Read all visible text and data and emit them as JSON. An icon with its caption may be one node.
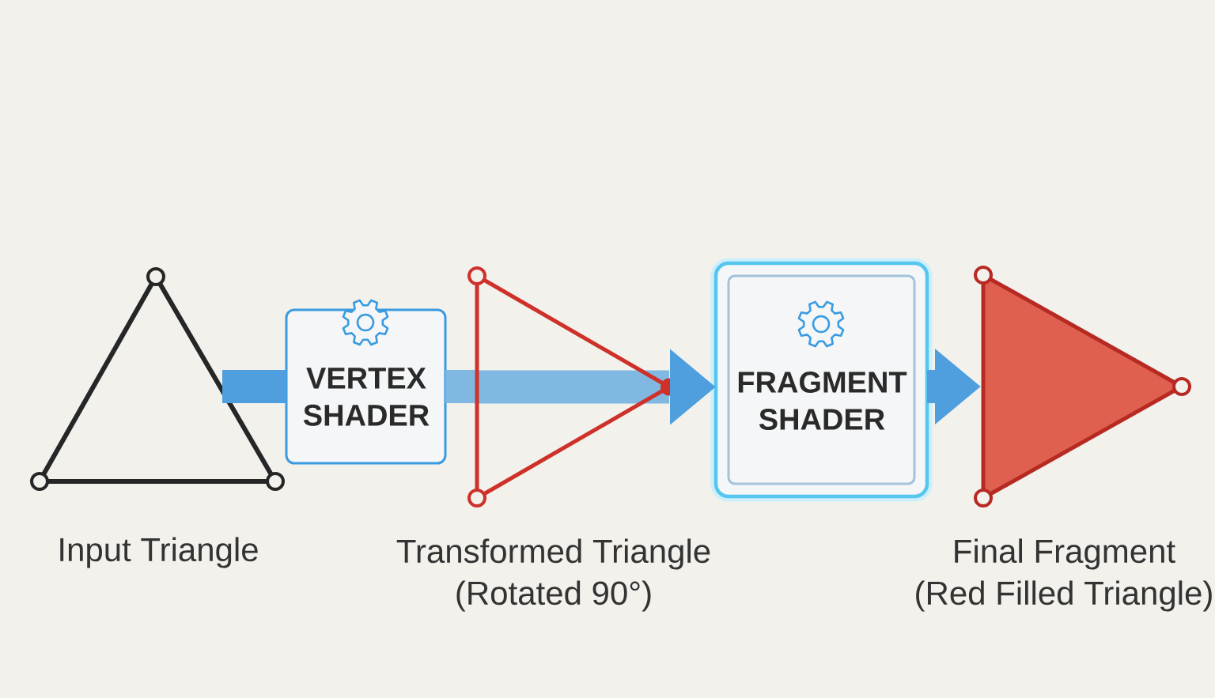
{
  "diagram": {
    "nodes": [
      {
        "text": [],
        "shape": "triangle",
        "beside": [
          "Input Triangle"
        ]
      },
      {
        "text": [
          "VERTEX SHADER"
        ]
      },
      {
        "text": [],
        "shape": "triangle",
        "beside": [
          "Transformed Triangle",
          "(Rotated 90°)"
        ]
      },
      {
        "text": [
          "FRAGMENT SHADER"
        ]
      },
      {
        "text": [],
        "shape": "triangle",
        "beside": [
          "Final Fragment",
          "(Red Filled Triangle)"
        ]
      }
    ],
    "edges": [
      {
        "from": 0,
        "to": 1,
        "arrow": "none"
      },
      {
        "from": 1,
        "to": 2,
        "arrow": "none",
        "color": "#80b8e2"
      },
      {
        "from": 2,
        "to": 3,
        "arrow": "to"
      },
      {
        "from": 3,
        "to": 4,
        "arrow": "to"
      }
    ]
  }
}
